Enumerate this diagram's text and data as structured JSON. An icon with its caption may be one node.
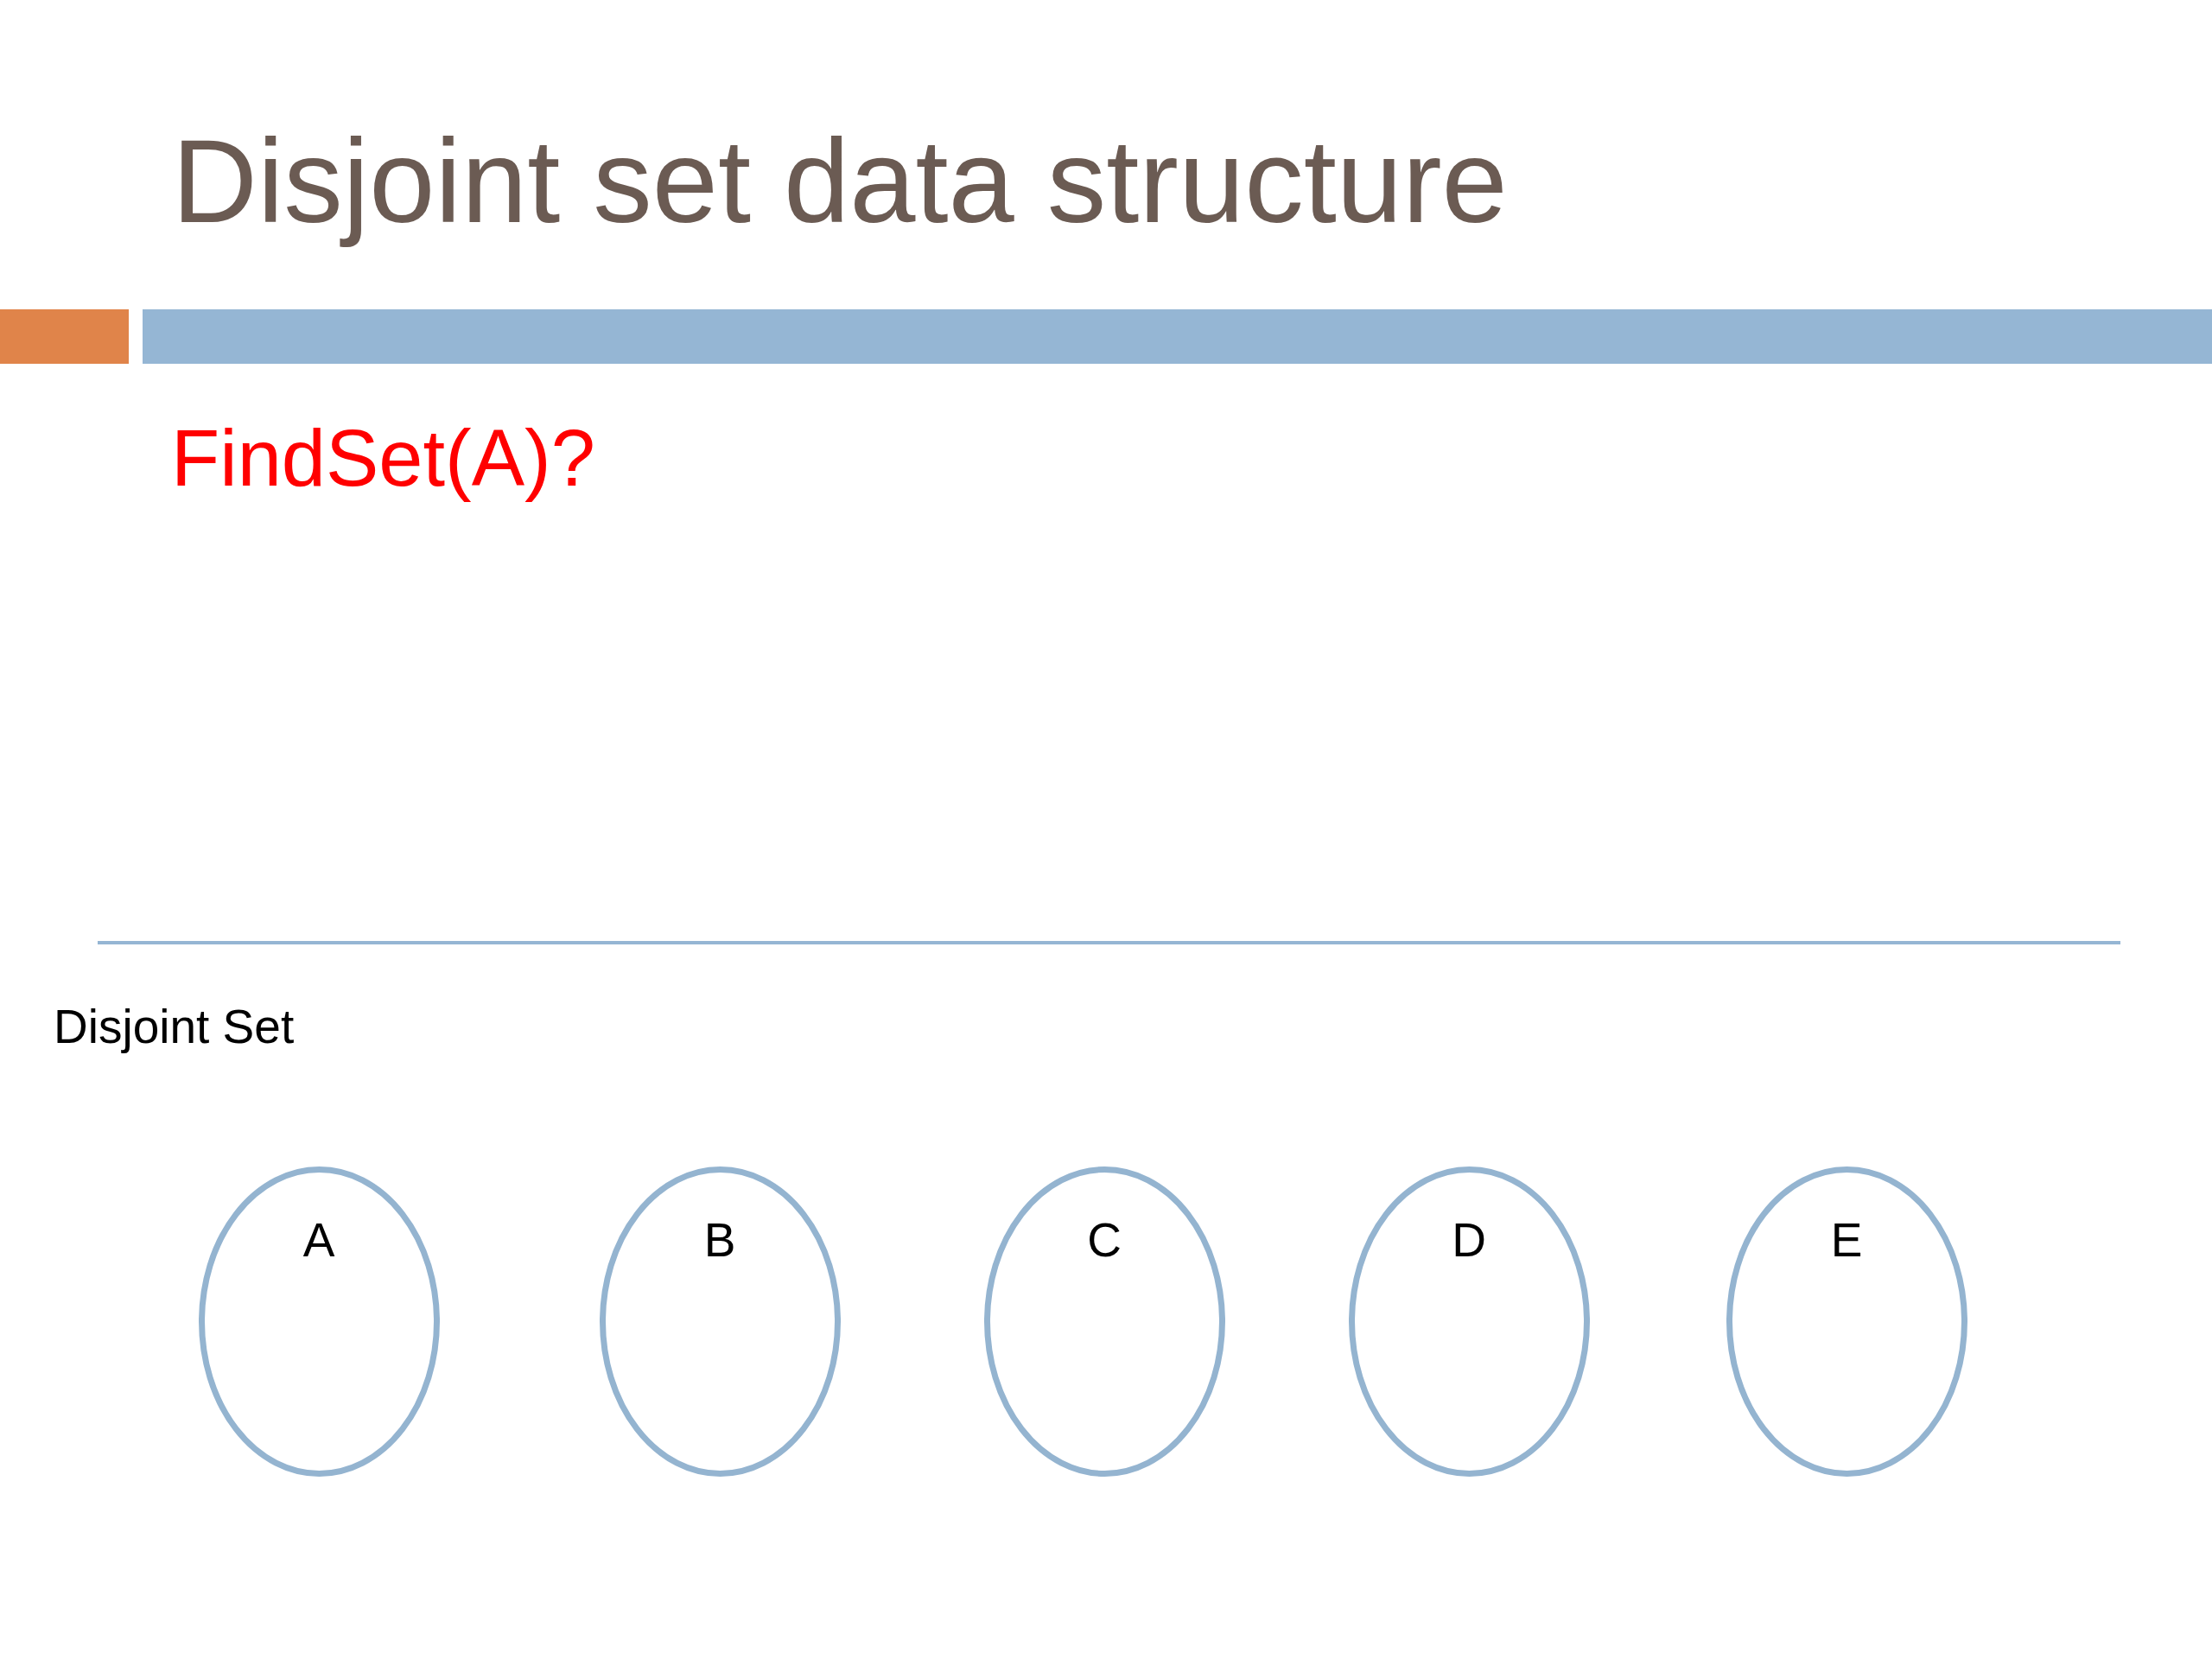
{
  "diagram": {
    "title": "Disjoint set data structure",
    "nodes": [
      {
        "text": [
          "A"
        ]
      },
      {
        "text": [
          "B"
        ]
      },
      {
        "text": [
          "C"
        ]
      },
      {
        "text": [
          "D"
        ]
      },
      {
        "text": [
          "E"
        ]
      }
    ],
    "labels": [
      "FindSet(A)?",
      "Disjoint Set"
    ]
  }
}
